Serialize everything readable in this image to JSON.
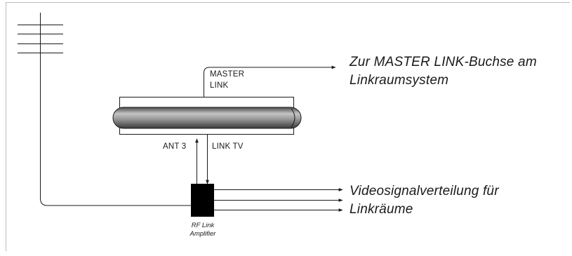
{
  "labels": {
    "master_link_line1": "MASTER",
    "master_link_line2": "LINK",
    "ant3": "ANT 3",
    "link_tv": "LINK TV",
    "rf_line1": "RF Link",
    "rf_line2": "Amplifier"
  },
  "destinations": {
    "master_line1": "Zur MASTER LINK-Buchse am",
    "master_line2": "Linkraumsystem",
    "video_line1": "Videosignalverteilung für",
    "video_line2": "Linkräume"
  },
  "colors": {
    "line": "#1a1a1a",
    "amplifier_fill": "#000000",
    "frame_border": "#bdbdbd"
  },
  "icons": {
    "antenna": "antenna-icon",
    "tv_set": "tv-cylinder-icon",
    "amplifier": "amplifier-box-icon"
  }
}
